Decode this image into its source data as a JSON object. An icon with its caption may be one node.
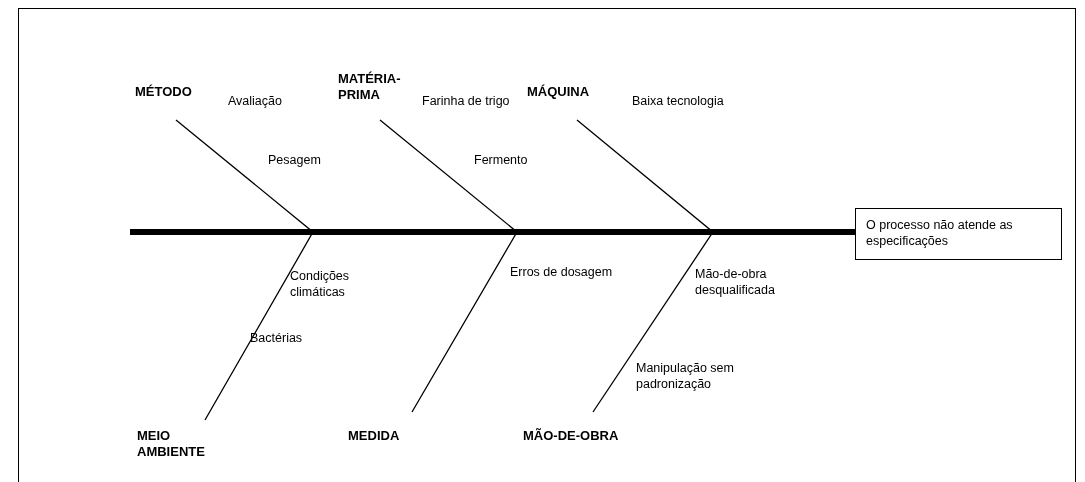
{
  "diagram": {
    "nodes": [
      {
        "text": [
          "MÉTODO"
        ]
      },
      {
        "text": [
          "MATÉRIA-PRIMA"
        ]
      },
      {
        "text": [
          "MÁQUINA"
        ]
      },
      {
        "text": [
          "MEIO AMBIENTE"
        ]
      },
      {
        "text": [
          "MEDIDA"
        ]
      },
      {
        "text": [
          "MÃO-DE-OBRA"
        ]
      },
      {
        "text": [
          "O processo não atende as especificações"
        ]
      }
    ],
    "edges": [
      {
        "from": 0,
        "to": 6,
        "arrow": "none"
      },
      {
        "from": 1,
        "to": 6,
        "arrow": "none"
      },
      {
        "from": 2,
        "to": 6,
        "arrow": "none"
      },
      {
        "from": 3,
        "to": 6,
        "arrow": "none"
      },
      {
        "from": 4,
        "to": 6,
        "arrow": "none"
      },
      {
        "from": 5,
        "to": 6,
        "arrow": "none"
      }
    ],
    "labels": [
      "Avaliação",
      "Farinha de trigo",
      "Baixa tecnologia",
      "Pesagem",
      "Fermento",
      "Condições climáticas",
      "Erros de dosagem",
      "Mão-de-obra desqualificada",
      "Bactérias",
      "Manipulação sem padronização"
    ]
  }
}
